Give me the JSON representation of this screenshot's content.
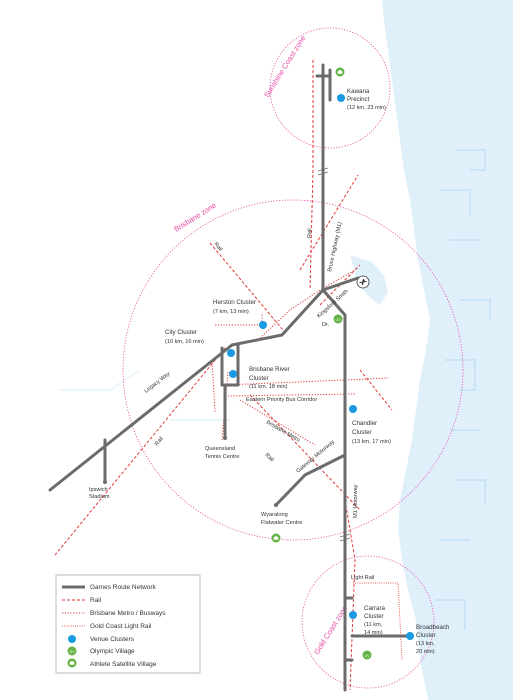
{
  "zones": {
    "sunshine_coast": "Sunshine Coast zone",
    "brisbane": "Brisbane zone",
    "gold_coast": "Gold Coast zone"
  },
  "clusters": {
    "kawana": {
      "name_line1": "Kawana",
      "name_line2": "Precinct",
      "detail": "(12 km, 23 min)"
    },
    "herston": {
      "name": "Herston Cluster",
      "detail": "(7 km, 13 min)"
    },
    "city": {
      "name": "City Cluster",
      "detail": "(10 km, 16 min)"
    },
    "brisbane_river": {
      "name_line1": "Brisbane River",
      "name_line2": "Cluster",
      "detail": "(11 km, 18 min)"
    },
    "chandler": {
      "name_line1": "Chandler",
      "name_line2": "Cluster",
      "detail": "(13 km, 17 min)"
    },
    "carrara": {
      "name_line1": "Carrara",
      "name_line2": "Cluster",
      "detail_line1": "(11 km,",
      "detail_line2": "14 min)"
    },
    "broadbeach": {
      "name_line1": "Broadbeach",
      "name_line2": "Cluster",
      "detail_line1": "(13 km,",
      "detail_line2": "20 min)"
    }
  },
  "venues": {
    "ipswich_line1": "Ipswich",
    "ipswich_line2": "Stadium",
    "tennis_line1": "Queensland",
    "tennis_line2": "Tennis Centre",
    "wyaralong_line1": "Wyaralong",
    "wyaralong_line2": "Flatwater Centre"
  },
  "routes": {
    "rail_north": "Rail",
    "rail_nw": "Rail",
    "rail_sw": "Rail",
    "rail_gc": "Rail",
    "bruce_highway": "Bruce Highway (M1)",
    "kingsford_smith_line1": "Kingsford Smith",
    "kingsford_smith_line2": "Dr.",
    "legacy_way": "Legacy Way",
    "eastern_busway": "Eastern Priority Bus Corridor",
    "brisbane_metro": "Brisbane Metro",
    "gateway": "Gateway Motorway",
    "m1": "M1 Motorway",
    "light_rail": "Light Rail"
  },
  "legend": {
    "items": [
      {
        "label": "Games Route Network",
        "kind": "road"
      },
      {
        "label": "Rail",
        "kind": "rail"
      },
      {
        "label": "Brisbane Metro / Busways",
        "kind": "busway"
      },
      {
        "label": "Gold Coast Light Rail",
        "kind": "lightrail"
      },
      {
        "label": "Venue Clusters",
        "kind": "venue"
      },
      {
        "label": "Olympic Village",
        "kind": "village"
      },
      {
        "label": "Athlete Satellite Village",
        "kind": "satellite"
      }
    ],
    "village_glyph": "OV"
  },
  "colors": {
    "road": "#6b6b6b",
    "rail": "#e03a3a",
    "zone": "#e64aa5",
    "venue": "#1a9ae0",
    "village": "#63b244",
    "water": "#dff0fb"
  }
}
